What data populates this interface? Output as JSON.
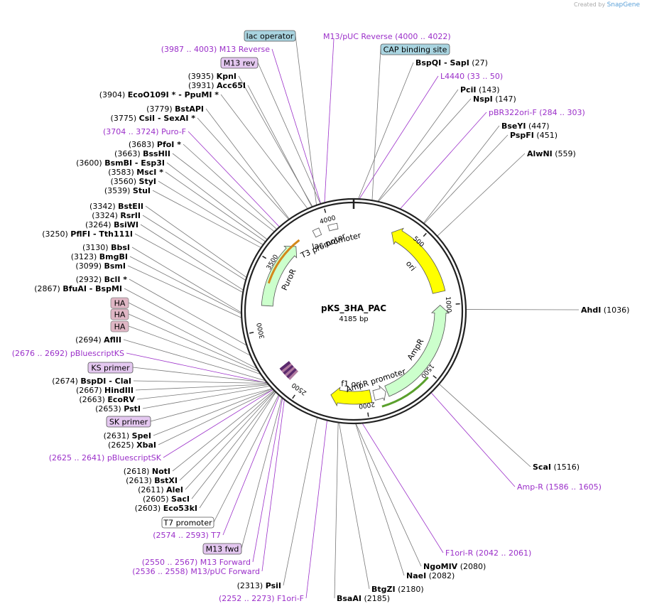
{
  "credit": {
    "prefix": "Created by",
    "brand": "SnapGene"
  },
  "plasmid": {
    "name": "pKS_3HA_PAC",
    "length_label": "4185 bp",
    "length": 4185
  },
  "ring_ticks": [
    "500",
    "1000",
    "1500",
    "2000",
    "2500",
    "3000",
    "3500",
    "4000"
  ],
  "colors": {
    "site": "#000000",
    "primer": "#9b2fc9",
    "line": "#777777",
    "ori": "#ffff00",
    "marker": "#ccffcc"
  },
  "features": [
    {
      "label": "ori",
      "color": "#ffff00"
    },
    {
      "label": "AmpR",
      "color": "#ccffcc"
    },
    {
      "label": "AmpR promoter",
      "color": "#ffffff"
    },
    {
      "label": "f1 ori",
      "color": "#ffff00"
    },
    {
      "label": "PuroR",
      "color": "#ccffcc"
    },
    {
      "label": "T3 promoter",
      "color": "#ffffff"
    },
    {
      "label": "lac promoter",
      "color": "#ffffff"
    }
  ],
  "labels": {
    "right": [
      {
        "text": "BspQI",
        "suffix": "  -  SapI",
        "pos": "(27)",
        "kind": "site"
      },
      {
        "text": "L4440",
        "pos": "(33 .. 50)",
        "kind": "primer"
      },
      {
        "text": "PciI",
        "pos": "(143)",
        "kind": "site"
      },
      {
        "text": "NspI",
        "pos": "(147)",
        "kind": "site"
      },
      {
        "text": "pBR322ori-F",
        "pos": "(284 .. 303)",
        "kind": "primer"
      },
      {
        "text": "BseYI",
        "pos": "(447)",
        "kind": "site"
      },
      {
        "text": "PspFI",
        "pos": "(451)",
        "kind": "site"
      },
      {
        "text": "AlwNI",
        "pos": "(559)",
        "kind": "site"
      },
      {
        "text": "AhdI",
        "pos": "(1036)",
        "kind": "site"
      },
      {
        "text": "ScaI",
        "pos": "(1516)",
        "kind": "site"
      },
      {
        "text": "Amp-R",
        "pos": "(1586 .. 1605)",
        "kind": "primer"
      },
      {
        "text": "F1ori-R",
        "pos": "(2042 .. 2061)",
        "kind": "primer"
      },
      {
        "text": "NgoMIV",
        "pos": "(2080)",
        "kind": "site"
      },
      {
        "text": "NaeI",
        "pos": "(2082)",
        "kind": "site"
      },
      {
        "text": "BtgZI",
        "pos": "(2180)",
        "kind": "site"
      },
      {
        "text": "BsaAI",
        "pos": "(2185)",
        "kind": "site"
      }
    ],
    "left": [
      {
        "pos": "(3987 .. 4003)",
        "text": "M13 Reverse",
        "kind": "primer"
      },
      {
        "pos": "(3935)",
        "text": "KpnI",
        "kind": "site"
      },
      {
        "pos": "(3931)",
        "text": "Acc65I",
        "kind": "site"
      },
      {
        "pos": "(3904)",
        "text": "EcoO109I *",
        "suffix": "  -  PpuMI *",
        "kind": "site"
      },
      {
        "pos": "(3779)",
        "text": "BstAPI",
        "kind": "site"
      },
      {
        "pos": "(3775)",
        "text": "CsiI",
        "suffix": "  -  SexAI *",
        "kind": "site"
      },
      {
        "pos": "(3704 .. 3724)",
        "text": "Puro-F",
        "kind": "primer"
      },
      {
        "pos": "(3683)",
        "text": "PfoI *",
        "kind": "site"
      },
      {
        "pos": "(3663)",
        "text": "BssHII",
        "kind": "site"
      },
      {
        "pos": "(3600)",
        "text": "BsmBI",
        "suffix": "  -  Esp3I",
        "kind": "site"
      },
      {
        "pos": "(3583)",
        "text": "MscI *",
        "kind": "site"
      },
      {
        "pos": "(3560)",
        "text": "StyI",
        "kind": "site"
      },
      {
        "pos": "(3539)",
        "text": "StuI",
        "kind": "site"
      },
      {
        "pos": "(3342)",
        "text": "BstEII",
        "kind": "site"
      },
      {
        "pos": "(3324)",
        "text": "RsrII",
        "kind": "site"
      },
      {
        "pos": "(3264)",
        "text": "BsiWI",
        "kind": "site"
      },
      {
        "pos": "(3250)",
        "text": "PflFI",
        "suffix": "  -  Tth111I",
        "kind": "site"
      },
      {
        "pos": "(3130)",
        "text": "BbsI",
        "kind": "site"
      },
      {
        "pos": "(3123)",
        "text": "BmgBI",
        "kind": "site"
      },
      {
        "pos": "(3099)",
        "text": "BsmI",
        "kind": "site"
      },
      {
        "pos": "(2932)",
        "text": "BclI *",
        "kind": "site"
      },
      {
        "pos": "(2867)",
        "text": "BfuAI",
        "suffix": "  -  BspMI",
        "kind": "site"
      },
      {
        "pos": "(2694)",
        "text": "AflII",
        "kind": "site"
      },
      {
        "pos": "(2676 .. 2692)",
        "text": "pBluescriptKS",
        "kind": "primer"
      },
      {
        "pos": "(2674)",
        "text": "BspDI",
        "suffix": "  -  ClaI",
        "kind": "site"
      },
      {
        "pos": "(2667)",
        "text": "HindIII",
        "kind": "site"
      },
      {
        "pos": "(2663)",
        "text": "EcoRV",
        "kind": "site"
      },
      {
        "pos": "(2653)",
        "text": "PstI",
        "kind": "site"
      },
      {
        "pos": "(2631)",
        "text": "SpeI",
        "kind": "site"
      },
      {
        "pos": "(2625)",
        "text": "XbaI",
        "kind": "site"
      },
      {
        "pos": "(2625 .. 2641)",
        "text": "pBluescriptSK",
        "kind": "primer"
      },
      {
        "pos": "(2618)",
        "text": "NotI",
        "kind": "site"
      },
      {
        "pos": "(2613)",
        "text": "BstXI",
        "kind": "site"
      },
      {
        "pos": "(2611)",
        "text": "AleI",
        "kind": "site"
      },
      {
        "pos": "(2605)",
        "text": "SacI",
        "kind": "site"
      },
      {
        "pos": "(2603)",
        "text": "Eco53kI",
        "kind": "site"
      },
      {
        "pos": "(2574 .. 2593)",
        "text": "T7",
        "kind": "primer"
      },
      {
        "pos": "(2550 .. 2567)",
        "text": "M13 Forward",
        "kind": "primer"
      },
      {
        "pos": "(2536 .. 2558)",
        "text": "M13/pUC Forward",
        "kind": "primer"
      },
      {
        "pos": "(2313)",
        "text": "PsiI",
        "kind": "site"
      },
      {
        "pos": "(2252 .. 2273)",
        "text": "F1ori-F",
        "kind": "primer"
      }
    ],
    "top": [
      {
        "text": "M13/pUC Reverse",
        "pos": "(4000 .. 4022)",
        "kind": "primer"
      }
    ],
    "boxes": [
      {
        "text": "lac operator",
        "style": "blue"
      },
      {
        "text": "CAP binding site",
        "style": "blue"
      },
      {
        "text": "M13 rev",
        "style": "violet"
      },
      {
        "text": "HA",
        "style": "pink"
      },
      {
        "text": "HA",
        "style": "pink"
      },
      {
        "text": "HA",
        "style": "pink"
      },
      {
        "text": "KS primer",
        "style": "violet"
      },
      {
        "text": "SK primer",
        "style": "violet"
      },
      {
        "text": "T7 promoter",
        "style": "white"
      },
      {
        "text": "M13 fwd",
        "style": "violet"
      }
    ]
  }
}
